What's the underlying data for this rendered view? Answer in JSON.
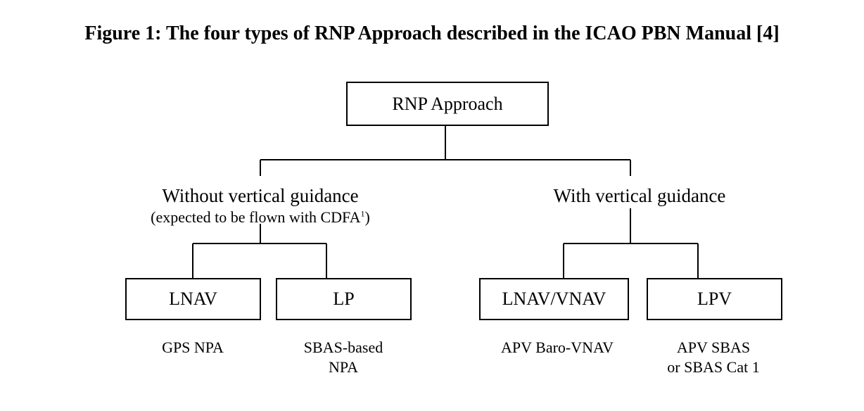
{
  "figure": {
    "title": "Figure 1: The four types of RNP Approach described in the ICAO PBN Manual [4]"
  },
  "root": {
    "label": "RNP Approach"
  },
  "branches": {
    "without_vertical": {
      "label": "Without vertical guidance",
      "note_prefix": "(expected to be flown with CDFA",
      "note_superscript": "1",
      "note_suffix": ")"
    },
    "with_vertical": {
      "label": "With vertical guidance"
    }
  },
  "types": [
    {
      "label": "LNAV",
      "caption_line1": "GPS NPA",
      "caption_line2": ""
    },
    {
      "label": "LP",
      "caption_line1": "SBAS-based",
      "caption_line2": "NPA"
    },
    {
      "label": "LNAV/VNAV",
      "caption_line1": "APV Baro-VNAV",
      "caption_line2": ""
    },
    {
      "label": "LPV",
      "caption_line1": "APV SBAS",
      "caption_line2": "or SBAS Cat 1"
    }
  ]
}
